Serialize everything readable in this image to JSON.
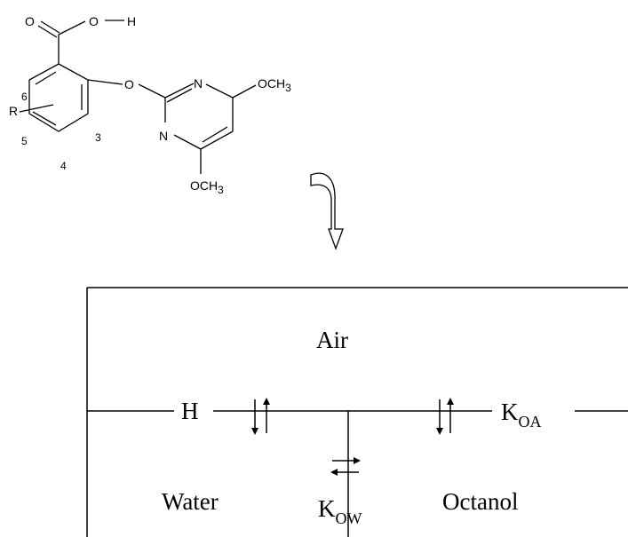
{
  "molecule": {
    "carbonyl_o": "O",
    "hydroxyl": "O",
    "hydrogen": "H",
    "ether_o": "O",
    "n_top": "N",
    "n_bottom": "N",
    "methoxy_top": "OCH",
    "methoxy_top_sub": "3",
    "methoxy_bottom": "OCH",
    "methoxy_bottom_sub": "3",
    "r_group": "R",
    "pos_3": "3",
    "pos_4": "4",
    "pos_5": "5",
    "pos_6": "6"
  },
  "partition": {
    "air_label": "Air",
    "water_label": "Water",
    "octanol_label": "Octanol",
    "h_label": "H",
    "koa_main": "K",
    "koa_sub": "OA",
    "kow_main": "K",
    "kow_sub": "OW"
  }
}
